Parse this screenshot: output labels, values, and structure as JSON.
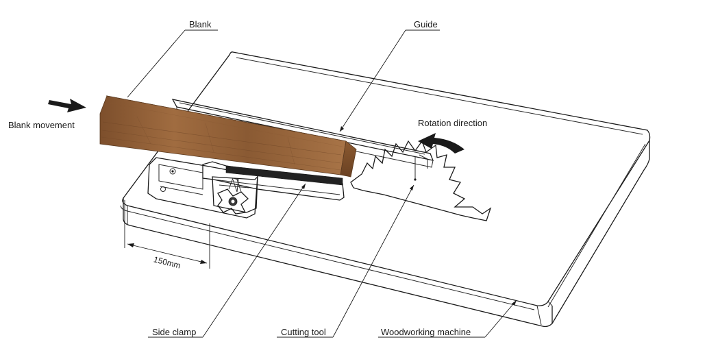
{
  "labels": {
    "blank": "Blank",
    "guide": "Guide",
    "blank_movement": "Blank movement",
    "rotation_direction": "Rotation direction",
    "side_clamp": "Side clamp",
    "cutting_tool": "Cutting tool",
    "woodworking_machine": "Woodworking machine"
  },
  "dimension": {
    "value": "150",
    "unit": "mm"
  },
  "colors": {
    "wood_light": "#b88553",
    "wood_mid": "#9c6a3e",
    "wood_dark": "#6e4425",
    "line": "#1a1a1a"
  },
  "icons": [
    "movement-arrow-icon",
    "rotation-arrow-icon",
    "saw-blade-icon",
    "wing-nut-icon"
  ]
}
